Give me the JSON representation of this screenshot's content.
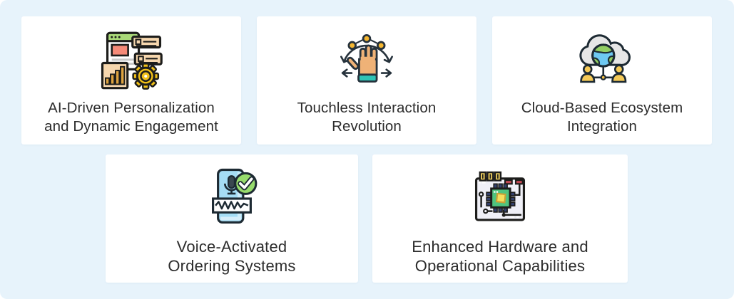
{
  "page": {
    "background_color": "#e7f3fb",
    "card_color": "#ffffff",
    "text_color": "#2c2c2c"
  },
  "cards": [
    {
      "icon": "ai-dashboard-gear-icon",
      "label_line1": "AI-Driven Personalization",
      "label_line2": "and Dynamic Engagement"
    },
    {
      "icon": "touchless-hand-gesture-icon",
      "label_line1": "Touchless Interaction",
      "label_line2": "Revolution"
    },
    {
      "icon": "cloud-globe-network-icon",
      "label_line1": "Cloud-Based Ecosystem",
      "label_line2": "Integration"
    },
    {
      "icon": "voice-microphone-check-icon",
      "label_line1": "Voice-Activated",
      "label_line2": "Ordering Systems"
    },
    {
      "icon": "circuit-board-chip-icon",
      "label_line1": "Enhanced Hardware and",
      "label_line2": "Operational Capabilities"
    }
  ],
  "icon_palette": {
    "outline": "#1d2a33",
    "browser_header_green": "#a9d878",
    "content_salmon": "#f58a78",
    "server_tan": "#f6d7ae",
    "bar_gold": "#dda23f",
    "gear_yellow": "#f2c118",
    "dot_yellow": "#f5b731",
    "hand_skin": "#efb277",
    "cuff_teal": "#2ec4b6",
    "cloud_gray": "#e6e6e6",
    "globe_blue": "#6ec9f2",
    "globe_green": "#92ce62",
    "person_yellow": "#f5ca57",
    "node_yellow": "#f5c046",
    "phone_blue": "#a5ddf5",
    "phone_blue_light": "#d6eefa",
    "check_green": "#97dc6d",
    "board_gray": "#f0f0f7",
    "chip_green": "#4fc47f",
    "chip_core_yellow": "#f6df5e",
    "pin_navy": "#33406e",
    "tab_yellow": "#f0d060",
    "pill_red": "#c14953"
  }
}
